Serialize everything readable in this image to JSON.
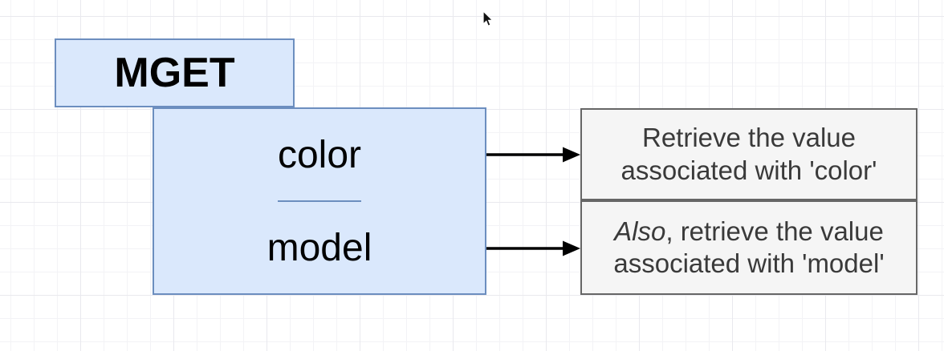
{
  "diagram": {
    "command": {
      "label": "MGET"
    },
    "keys": [
      {
        "label": "color"
      },
      {
        "label": "model"
      }
    ],
    "annotations": [
      {
        "segments": [
          {
            "text": "Retrieve the value associated with 'color'",
            "italic": false
          }
        ]
      },
      {
        "segments": [
          {
            "text": "Also",
            "italic": true
          },
          {
            "text": ", retrieve the value associated with 'model'",
            "italic": false
          }
        ]
      }
    ],
    "colors": {
      "canvas_bg": "#ffffff",
      "grid_minor": "#f3f3f6",
      "grid_major": "#e9e9ee",
      "key_fill": "#dae8fc",
      "key_border": "#6c8ebf",
      "key_text": "#000000",
      "note_fill": "#f5f5f5",
      "note_border": "#666666",
      "note_text": "#3a3a3a",
      "arrow": "#000000"
    }
  }
}
